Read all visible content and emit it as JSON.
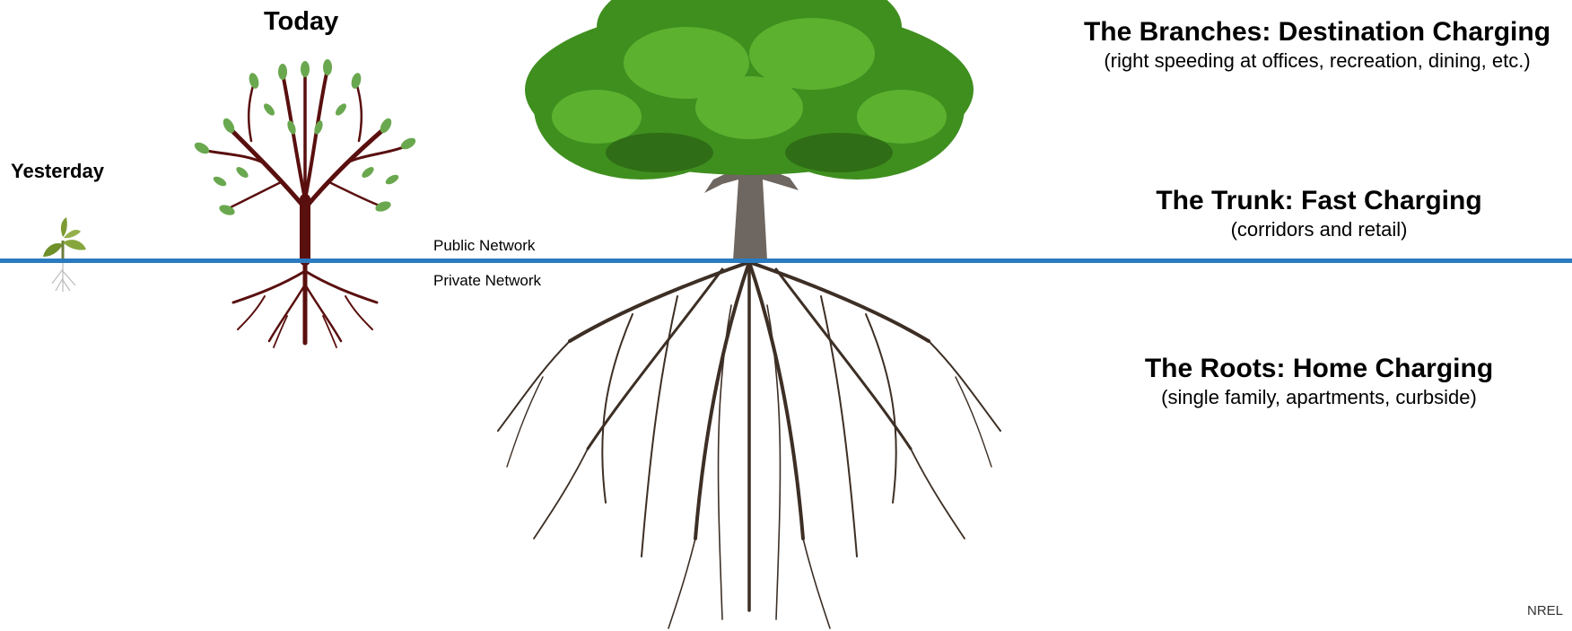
{
  "eras": {
    "yesterday": "Yesterday",
    "today": "Today"
  },
  "network": {
    "public": "Public Network",
    "private": "Private Network"
  },
  "tiers": [
    {
      "title": "The Branches: Destination Charging",
      "subtitle": "(right speeding at offices, recreation, dining, etc.)"
    },
    {
      "title": "The Trunk: Fast Charging",
      "subtitle": "(corridors and retail)"
    },
    {
      "title": "The Roots: Home Charging",
      "subtitle": "(single family, apartments, curbside)"
    }
  ],
  "credit": "NREL",
  "colors": {
    "ground_line": "#2a7bc0",
    "leaf_green": "#4f9d2d",
    "small_tree_wood": "#5a0f0f",
    "roots": "#3d2f25"
  },
  "illustrations": [
    "seedling-icon",
    "small-tree-icon",
    "large-tree-icon"
  ]
}
